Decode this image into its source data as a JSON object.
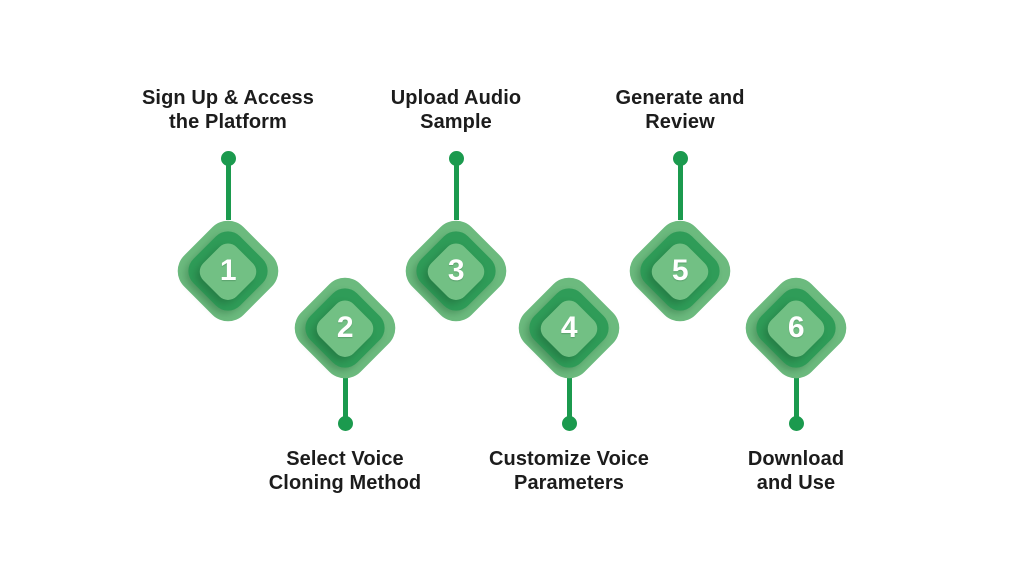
{
  "diagram": {
    "type": "process-steps-infographic",
    "background": "#ffffff"
  },
  "colors": {
    "outer": "#6cba7e",
    "ring": "#2f9c58",
    "inner": "#72c084",
    "stem": "#1b9a4e",
    "label": "#1c1c1c",
    "number": "#ffffff",
    "bg": "#ffffff"
  },
  "steps": [
    {
      "number": "1",
      "label": "Sign Up & Access\nthe Platform",
      "position": "top"
    },
    {
      "number": "2",
      "label": "Select Voice\nCloning Method",
      "position": "bottom"
    },
    {
      "number": "3",
      "label": "Upload Audio\nSample",
      "position": "top"
    },
    {
      "number": "4",
      "label": "Customize Voice\nParameters",
      "position": "bottom"
    },
    {
      "number": "5",
      "label": "Generate and\nReview",
      "position": "top"
    },
    {
      "number": "6",
      "label": "Download\nand Use",
      "position": "bottom"
    }
  ]
}
